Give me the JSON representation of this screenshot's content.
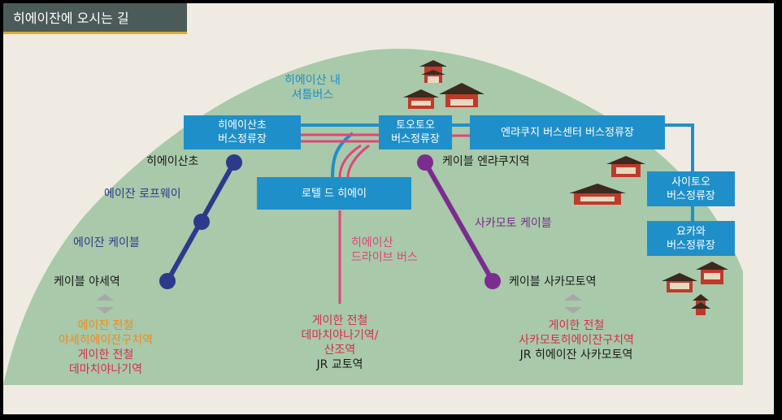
{
  "title": "히에이잔에 오시는 길",
  "colors": {
    "mountain": "#a6c8a8",
    "shuttle_line": "#1f8fc9",
    "drive_bus_line": "#e0457a",
    "eizan_cable_line": "#2c3a8c",
    "sakamoto_cable_line": "#7b2c8f",
    "box": "#1f8fc9"
  },
  "shuttle_bus": {
    "line1": "히에이산 내",
    "line2": "셔틀버스"
  },
  "stops": {
    "hieizan_cho": {
      "line1": "히에이산초",
      "line2": "버스정류장"
    },
    "totoo": {
      "line1": "토오토오",
      "line2": "버스정류장"
    },
    "enryakuji": "엔랴쿠지 버스센터 버스정류장",
    "hotel": "로텔 드 히에이",
    "saitoo": {
      "line1": "사이토오",
      "line2": "버스정류장"
    },
    "yokawa": {
      "line1": "요카와",
      "line2": "버스정류장"
    }
  },
  "stations": {
    "hieizancho": "히에이산초",
    "ropeway": "에이잔 로프웨이",
    "eizan_cable": "에이잔 케이블",
    "yase": "케이블 야세역",
    "enryakuji_cable": "케이블 엔랴쿠지역",
    "sakamoto_cable": "사카모토 케이블",
    "sakamoto": "케이블 사카모토역"
  },
  "drive_bus": {
    "line1": "히에이산",
    "line2": "드라이브 버스"
  },
  "left_access": {
    "line1": "에이잔 전철",
    "line2": "야세히에이잔구치역",
    "line3": "게이한 전철",
    "line4": "데마치야나기역"
  },
  "center_access": {
    "line1": "게이한 전철",
    "line2": "데마치야나기역/",
    "line3": "산조역",
    "line4": "JR 교토역"
  },
  "right_access": {
    "line1": "게이한 전철",
    "line2": "사카모토히에이잔구치역",
    "line3": "JR 히에이잔 사카모토역"
  },
  "icons": [
    "temple-icon",
    "transfer-arrow-icon"
  ]
}
